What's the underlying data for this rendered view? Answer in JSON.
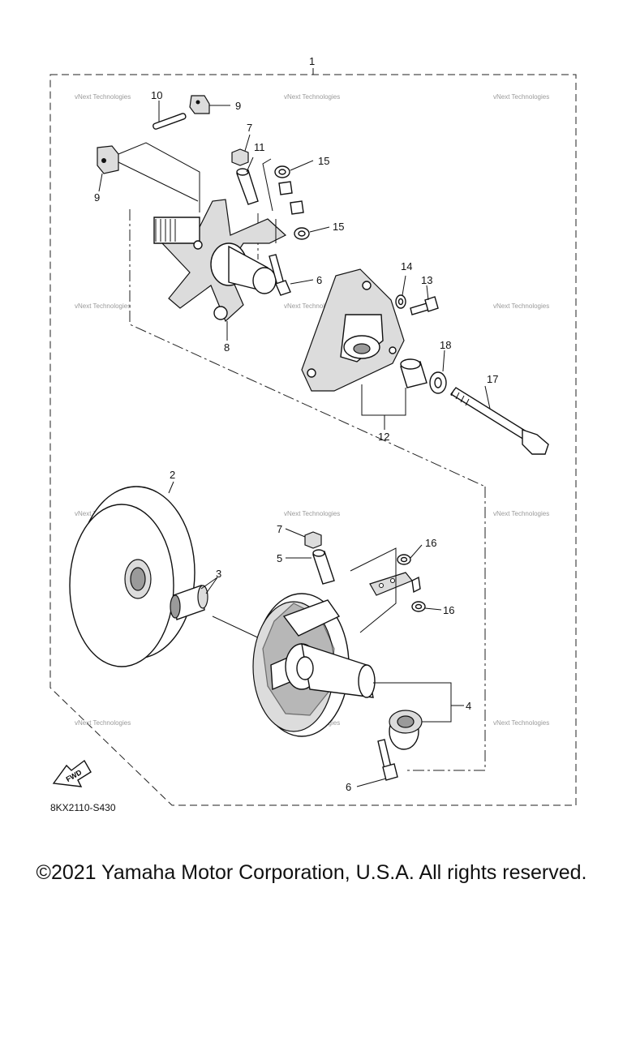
{
  "diagram": {
    "code": "8KX2110-S430",
    "fwd_label": "FWD",
    "watermark": "vNext Technologies",
    "callouts": {
      "c1": "1",
      "c2": "2",
      "c3": "3",
      "c4": "4",
      "c5": "5",
      "c6a": "6",
      "c6b": "6",
      "c7a": "7",
      "c7b": "7",
      "c8": "8",
      "c9a": "9",
      "c9b": "9",
      "c10": "10",
      "c11": "11",
      "c12": "12",
      "c13": "13",
      "c14": "14",
      "c15a": "15",
      "c15b": "15",
      "c16a": "16",
      "c16b": "16",
      "c17": "17",
      "c18": "18"
    }
  },
  "footer": {
    "copyright": "©2021 Yamaha Motor Corporation, U.S.A. All rights reserved."
  }
}
